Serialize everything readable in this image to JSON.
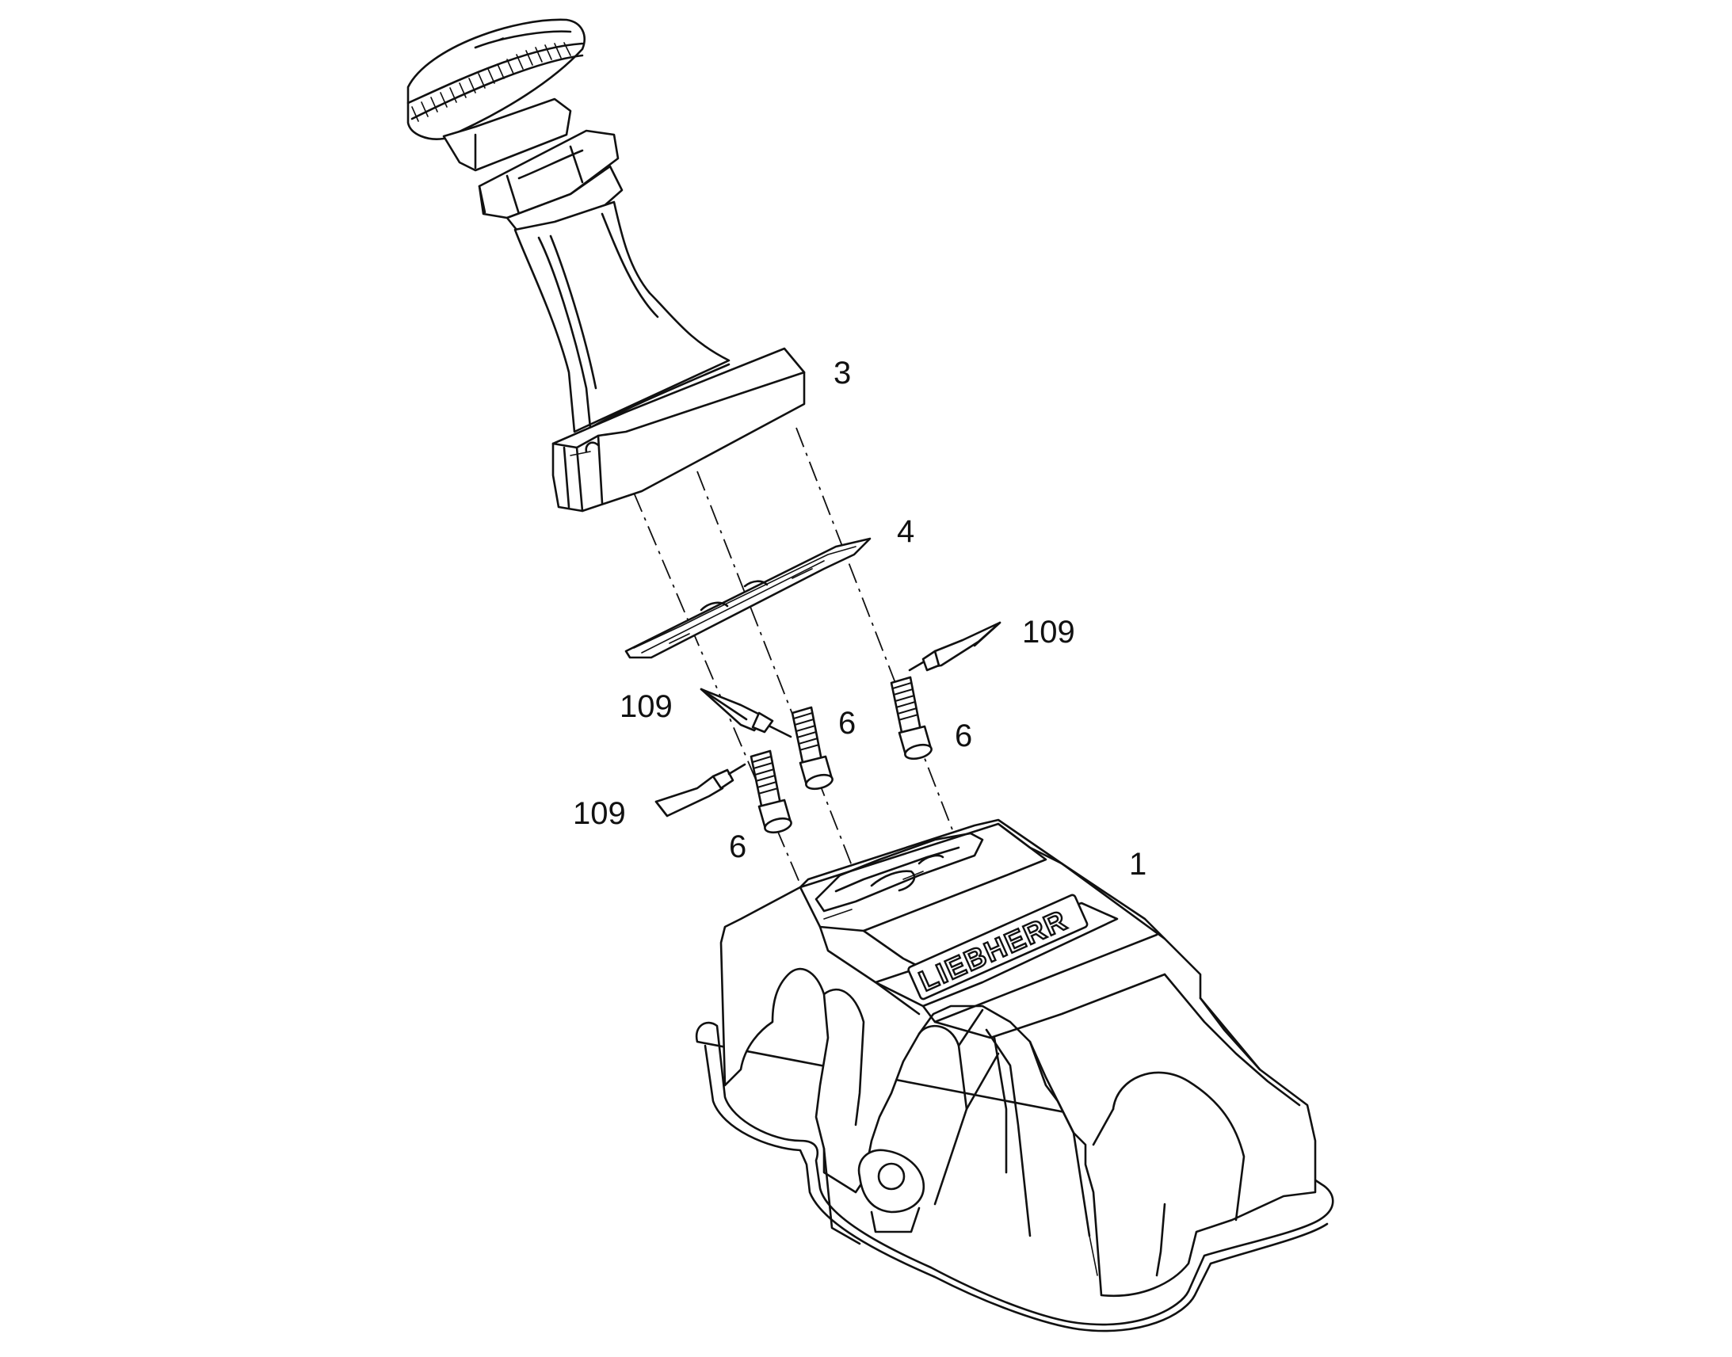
{
  "callouts": {
    "part_1": "1",
    "part_3": "3",
    "part_4": "4",
    "part_6_a": "6",
    "part_6_b": "6",
    "part_6_c": "6",
    "part_109_a": "109",
    "part_109_b": "109",
    "part_109_c": "109"
  },
  "logo": {
    "text": "LIEBHERR"
  },
  "icons": {
    "filler_neck": "oil-filler-neck-icon",
    "gasket": "gasket-icon",
    "screw": "socket-head-screw-icon",
    "sealant_tube": "sealant-tube-icon",
    "cover": "valve-cover-icon"
  },
  "colors": {
    "line": "#111111",
    "background": "#ffffff"
  }
}
